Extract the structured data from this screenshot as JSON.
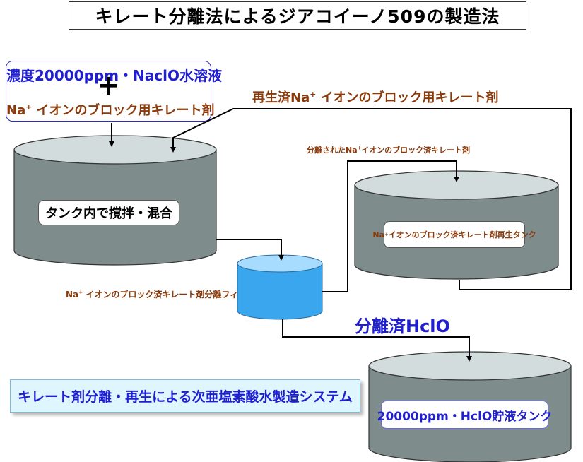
{
  "title": "キレート分離法によるジアコイーノ509の製造法",
  "input": {
    "line1": "濃度20000ppm・NaclO水溶液",
    "plus": "+",
    "line2_prefix": "Na",
    "line2_sup": "+",
    "line2_suffix": "イオンのブロック用キレート剤"
  },
  "regen_label": {
    "prefix": "再生済Na",
    "sup": "+",
    "suffix": "イオンのブロック用キレート剤"
  },
  "separated_label": {
    "prefix": "分離されたNa",
    "sup": "+",
    "suffix": "イオンのブロック済キレート剤"
  },
  "mixing_tank": {
    "label": "タンク内で撹拌・混合"
  },
  "regen_tank": {
    "prefix": "Na",
    "sup": "+",
    "suffix": "イオンのブロック済キレート剤再生タンク"
  },
  "filter_label": {
    "prefix": "Na",
    "sup": "+",
    "suffix": "イオンのブロック済キレート剤分離フィルター"
  },
  "separated_product": "分離済HclO",
  "storage_tank": {
    "label": "20000ppm・HclO貯液タンク"
  },
  "system_caption": "キレート剤分離・再生による次亜塩素酸水製造システム",
  "colors": {
    "tank_body": "#7f8c8c",
    "tank_top": "#d2dcdc",
    "filter_body": "#3aa6ee",
    "filter_top": "#a8dcff",
    "blue_text": "#1f1fd0",
    "brown_text": "#8a3a0a"
  }
}
